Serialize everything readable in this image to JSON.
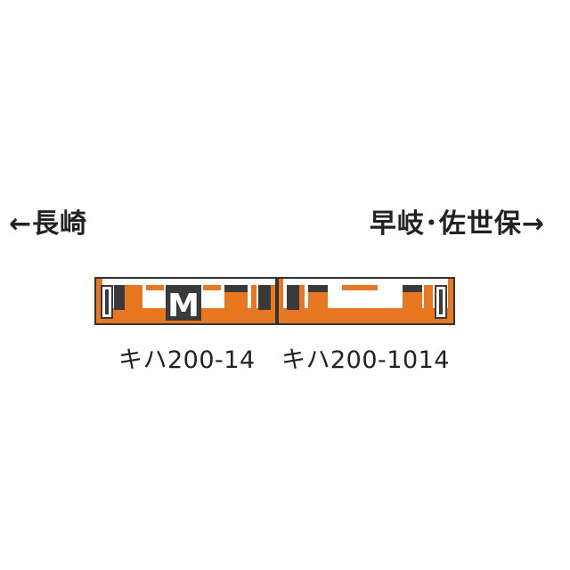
{
  "directions": {
    "left": "←長崎",
    "right": "早岐･佐世保→"
  },
  "cars": [
    {
      "number": "キハ200-14",
      "cab_mark": "I",
      "motor_mark": "M"
    },
    {
      "number": "キハ200-1014",
      "cab_mark": "I"
    }
  ],
  "colors": {
    "body": "#e87722",
    "window": "#3a3a3a",
    "outline": "#333333",
    "background": "#ffffff"
  }
}
